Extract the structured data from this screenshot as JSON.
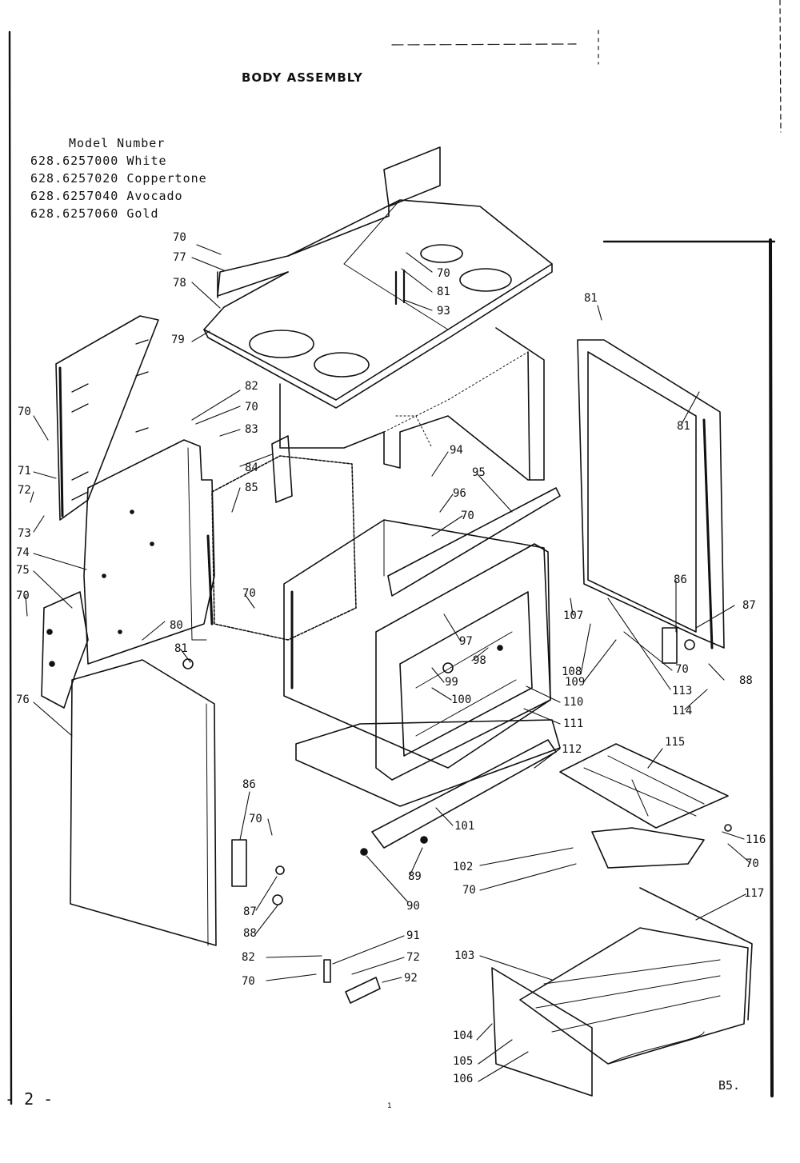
{
  "document": {
    "title": "BODY ASSEMBLY",
    "page_number": "- 2 -",
    "code": "B5.",
    "footer_mark": "1",
    "models_heading": "Model Number",
    "models": [
      {
        "number": "628.6257000",
        "color": "White"
      },
      {
        "number": "628.6257020",
        "color": "Coppertone"
      },
      {
        "number": "628.6257040",
        "color": "Avocado"
      },
      {
        "number": "628.6257060",
        "color": "Gold"
      }
    ]
  },
  "callouts": [
    {
      "text": "70"
    },
    {
      "text": "77"
    },
    {
      "text": "78"
    },
    {
      "text": "79"
    },
    {
      "text": "70"
    },
    {
      "text": "81"
    },
    {
      "text": "93"
    },
    {
      "text": "81"
    },
    {
      "text": "81"
    },
    {
      "text": "70"
    },
    {
      "text": "71"
    },
    {
      "text": "72"
    },
    {
      "text": "73"
    },
    {
      "text": "74"
    },
    {
      "text": "75"
    },
    {
      "text": "70"
    },
    {
      "text": "76"
    },
    {
      "text": "82"
    },
    {
      "text": "70"
    },
    {
      "text": "83"
    },
    {
      "text": "84"
    },
    {
      "text": "85"
    },
    {
      "text": "94"
    },
    {
      "text": "95"
    },
    {
      "text": "96"
    },
    {
      "text": "70"
    },
    {
      "text": "70"
    },
    {
      "text": "80"
    },
    {
      "text": "81"
    },
    {
      "text": "86"
    },
    {
      "text": "87"
    },
    {
      "text": "70"
    },
    {
      "text": "88"
    },
    {
      "text": "113"
    },
    {
      "text": "114"
    },
    {
      "text": "107"
    },
    {
      "text": "108"
    },
    {
      "text": "109"
    },
    {
      "text": "97"
    },
    {
      "text": "98"
    },
    {
      "text": "99"
    },
    {
      "text": "100"
    },
    {
      "text": "110"
    },
    {
      "text": "111"
    },
    {
      "text": "112"
    },
    {
      "text": "115"
    },
    {
      "text": "116"
    },
    {
      "text": "70"
    },
    {
      "text": "86"
    },
    {
      "text": "70"
    },
    {
      "text": "87"
    },
    {
      "text": "88"
    },
    {
      "text": "101"
    },
    {
      "text": "89"
    },
    {
      "text": "90"
    },
    {
      "text": "102"
    },
    {
      "text": "70"
    },
    {
      "text": "117"
    },
    {
      "text": "91"
    },
    {
      "text": "82"
    },
    {
      "text": "72"
    },
    {
      "text": "70"
    },
    {
      "text": "92"
    },
    {
      "text": "103"
    },
    {
      "text": "104"
    },
    {
      "text": "105"
    },
    {
      "text": "106"
    }
  ]
}
